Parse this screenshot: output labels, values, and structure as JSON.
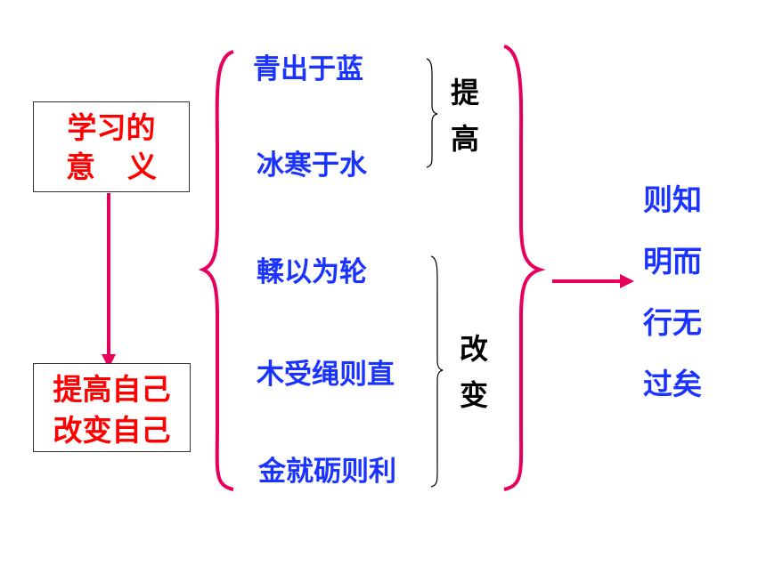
{
  "meaning_box": {
    "line1": "学习的",
    "line2": "意义"
  },
  "improve_box": {
    "line1": "提高自己",
    "line2": "改变自己"
  },
  "phrases": [
    "青出于蓝",
    "冰寒于水",
    "輮以为轮",
    "木受绳则直",
    "金就砺则利"
  ],
  "group_labels": {
    "improve": [
      "提",
      "高"
    ],
    "change": [
      "改",
      "变"
    ]
  },
  "conclusion": [
    "则知",
    "明而",
    "行无",
    "过矣"
  ],
  "colors": {
    "box_text": "#ff0000",
    "phrase_text": "#1a33ff",
    "arrow_and_braces": "#e6005c",
    "label_text": "#000000"
  }
}
